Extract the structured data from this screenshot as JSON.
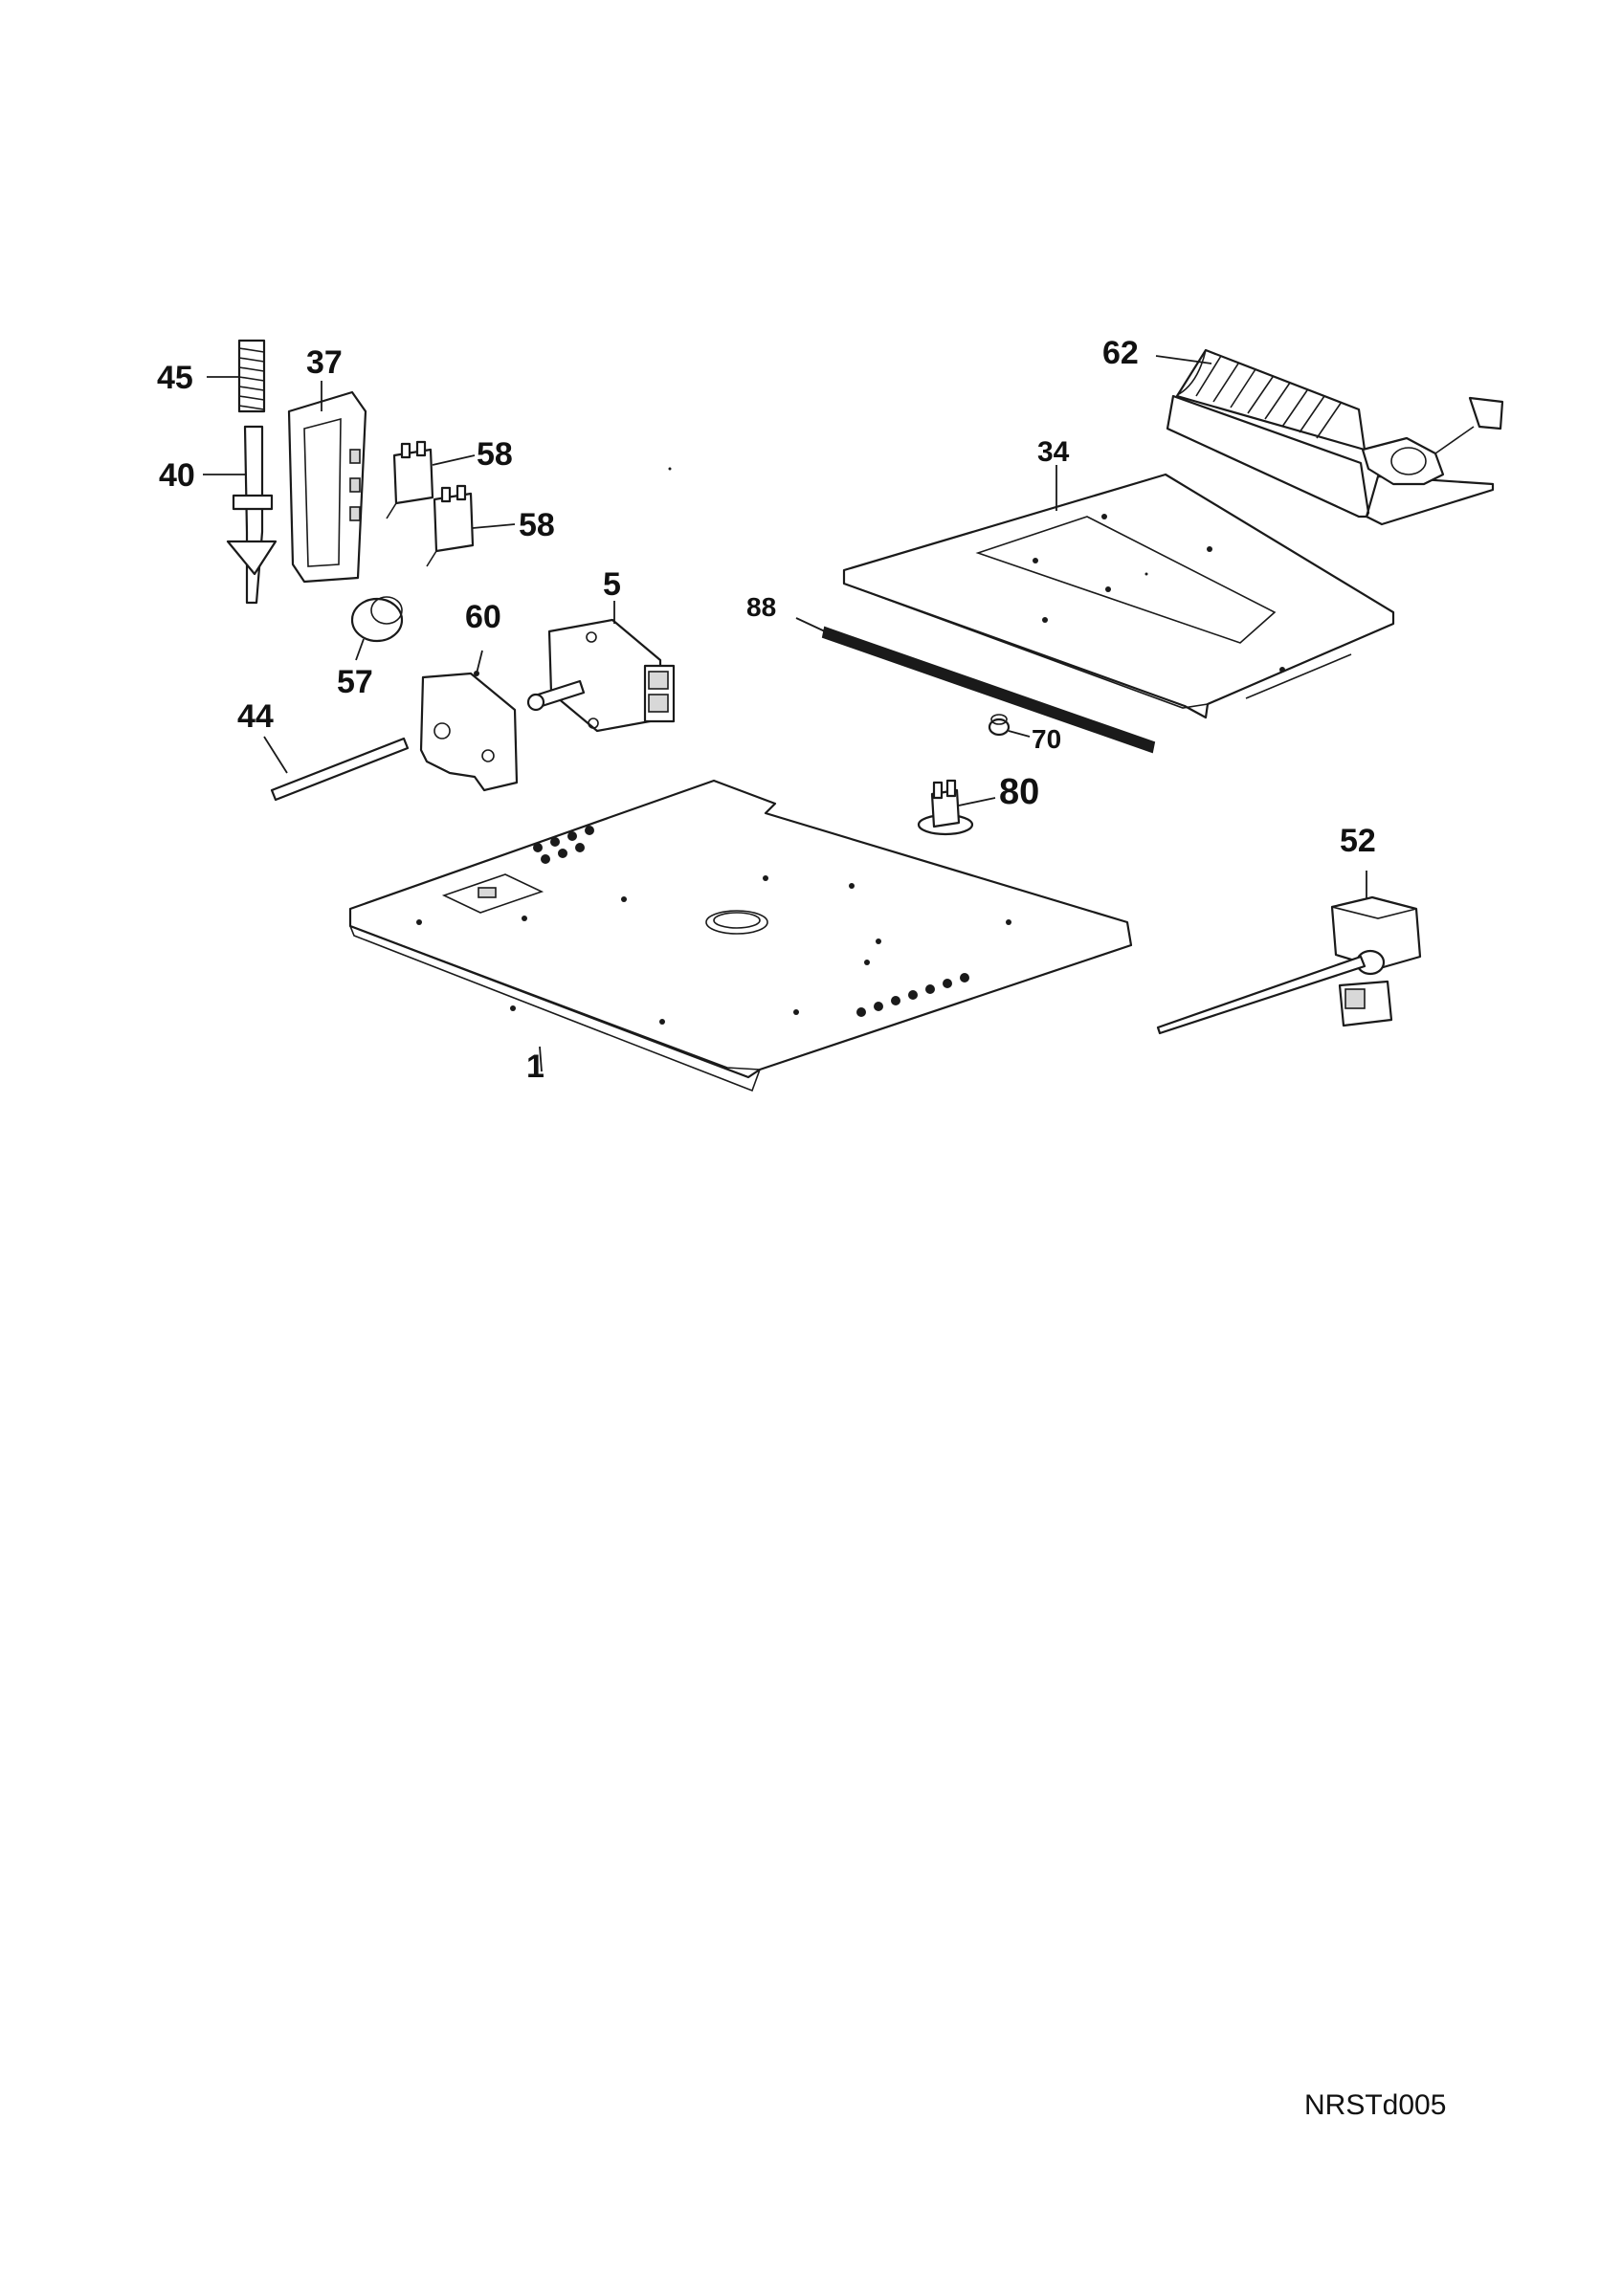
{
  "diagram": {
    "labels": {
      "p1": "1",
      "p5": "5",
      "p34": "34",
      "p37": "37",
      "p40": "40",
      "p44": "44",
      "p45": "45",
      "p52": "52",
      "p57": "57",
      "p58a": "58",
      "p58b": "58",
      "p60": "60",
      "p62": "62",
      "p70": "70",
      "p80": "80",
      "p88": "88"
    },
    "reference_code": "NRSTd005"
  }
}
